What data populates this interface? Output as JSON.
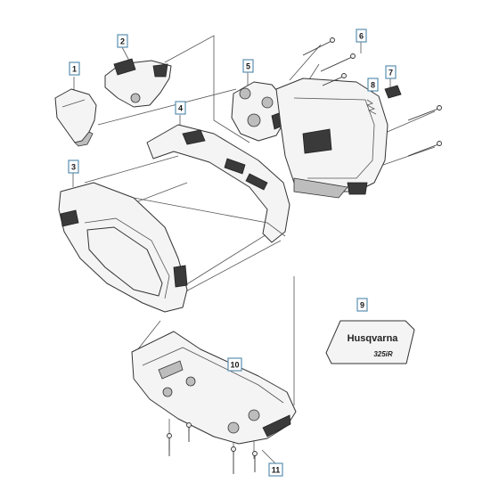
{
  "callouts": [
    {
      "id": "1",
      "label": "1"
    },
    {
      "id": "2",
      "label": "2"
    },
    {
      "id": "3",
      "label": "3"
    },
    {
      "id": "4",
      "label": "4"
    },
    {
      "id": "5",
      "label": "5"
    },
    {
      "id": "6",
      "label": "6"
    },
    {
      "id": "7",
      "label": "7"
    },
    {
      "id": "8",
      "label": "8"
    },
    {
      "id": "9",
      "label": "9"
    },
    {
      "id": "10",
      "label": "10"
    },
    {
      "id": "11",
      "label": "11"
    }
  ],
  "decal": {
    "brand": "Husqvarna",
    "model": "325iR"
  },
  "colors": {
    "callout_border": "#5a8fb0",
    "line": "#333333"
  }
}
